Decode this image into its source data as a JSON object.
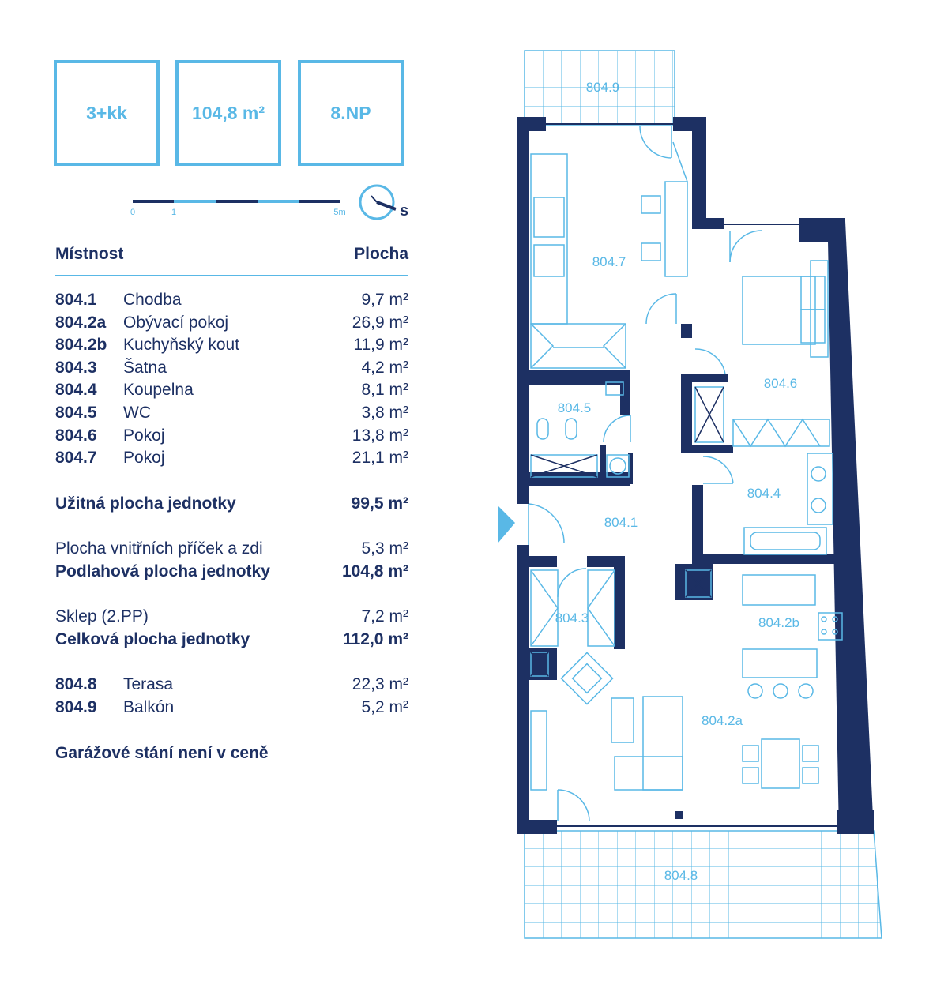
{
  "summary_boxes": {
    "layout": "3+kk",
    "area": "104,8 m²",
    "floor": "8.NP"
  },
  "scale_bar": {
    "label_0": "0",
    "label_1": "1",
    "label_5": "5m",
    "compass": "s"
  },
  "table": {
    "header_room": "Místnost",
    "header_area": "Plocha",
    "rooms": [
      {
        "code": "804.1",
        "name": "Chodba",
        "area": "9,7 m²"
      },
      {
        "code": "804.2a",
        "name": "Obývací pokoj",
        "area": "26,9 m²"
      },
      {
        "code": "804.2b",
        "name": "Kuchyňský kout",
        "area": "11,9 m²"
      },
      {
        "code": "804.3",
        "name": "Šatna",
        "area": "4,2 m²"
      },
      {
        "code": "804.4",
        "name": "Koupelna",
        "area": "8,1 m²"
      },
      {
        "code": "804.5",
        "name": "WC",
        "area": "3,8 m²"
      },
      {
        "code": "804.6",
        "name": "Pokoj",
        "area": "13,8 m²"
      },
      {
        "code": "804.7",
        "name": "Pokoj",
        "area": "21,1 m²"
      }
    ],
    "usable_label": "Užitná plocha jednotky",
    "usable_value": "99,5 m²",
    "walls_label": "Plocha vnitřních příček a zdi",
    "walls_value": "5,3 m²",
    "floor_label": "Podlahová plocha jednotky",
    "floor_value": "104,8 m²",
    "cellar_label": "Sklep (2.PP)",
    "cellar_value": "7,2 m²",
    "total_label": "Celková plocha jednotky",
    "total_value": "112,0 m²",
    "outdoor": [
      {
        "code": "804.8",
        "name": "Terasa",
        "area": "22,3 m²"
      },
      {
        "code": "804.9",
        "name": "Balkón",
        "area": "5,2 m²"
      }
    ],
    "garage_note": "Garážové stání není v ceně"
  },
  "plan": {
    "rooms": {
      "r804_1": "804.1",
      "r804_2a": "804.2a",
      "r804_2b": "804.2b",
      "r804_3": "804.3",
      "r804_4": "804.4",
      "r804_5": "804.5",
      "r804_6": "804.6",
      "r804_7": "804.7",
      "r804_8": "804.8",
      "r804_9": "804.9"
    }
  },
  "colors": {
    "navy": "#1d3063",
    "accent": "#59b8e6"
  }
}
